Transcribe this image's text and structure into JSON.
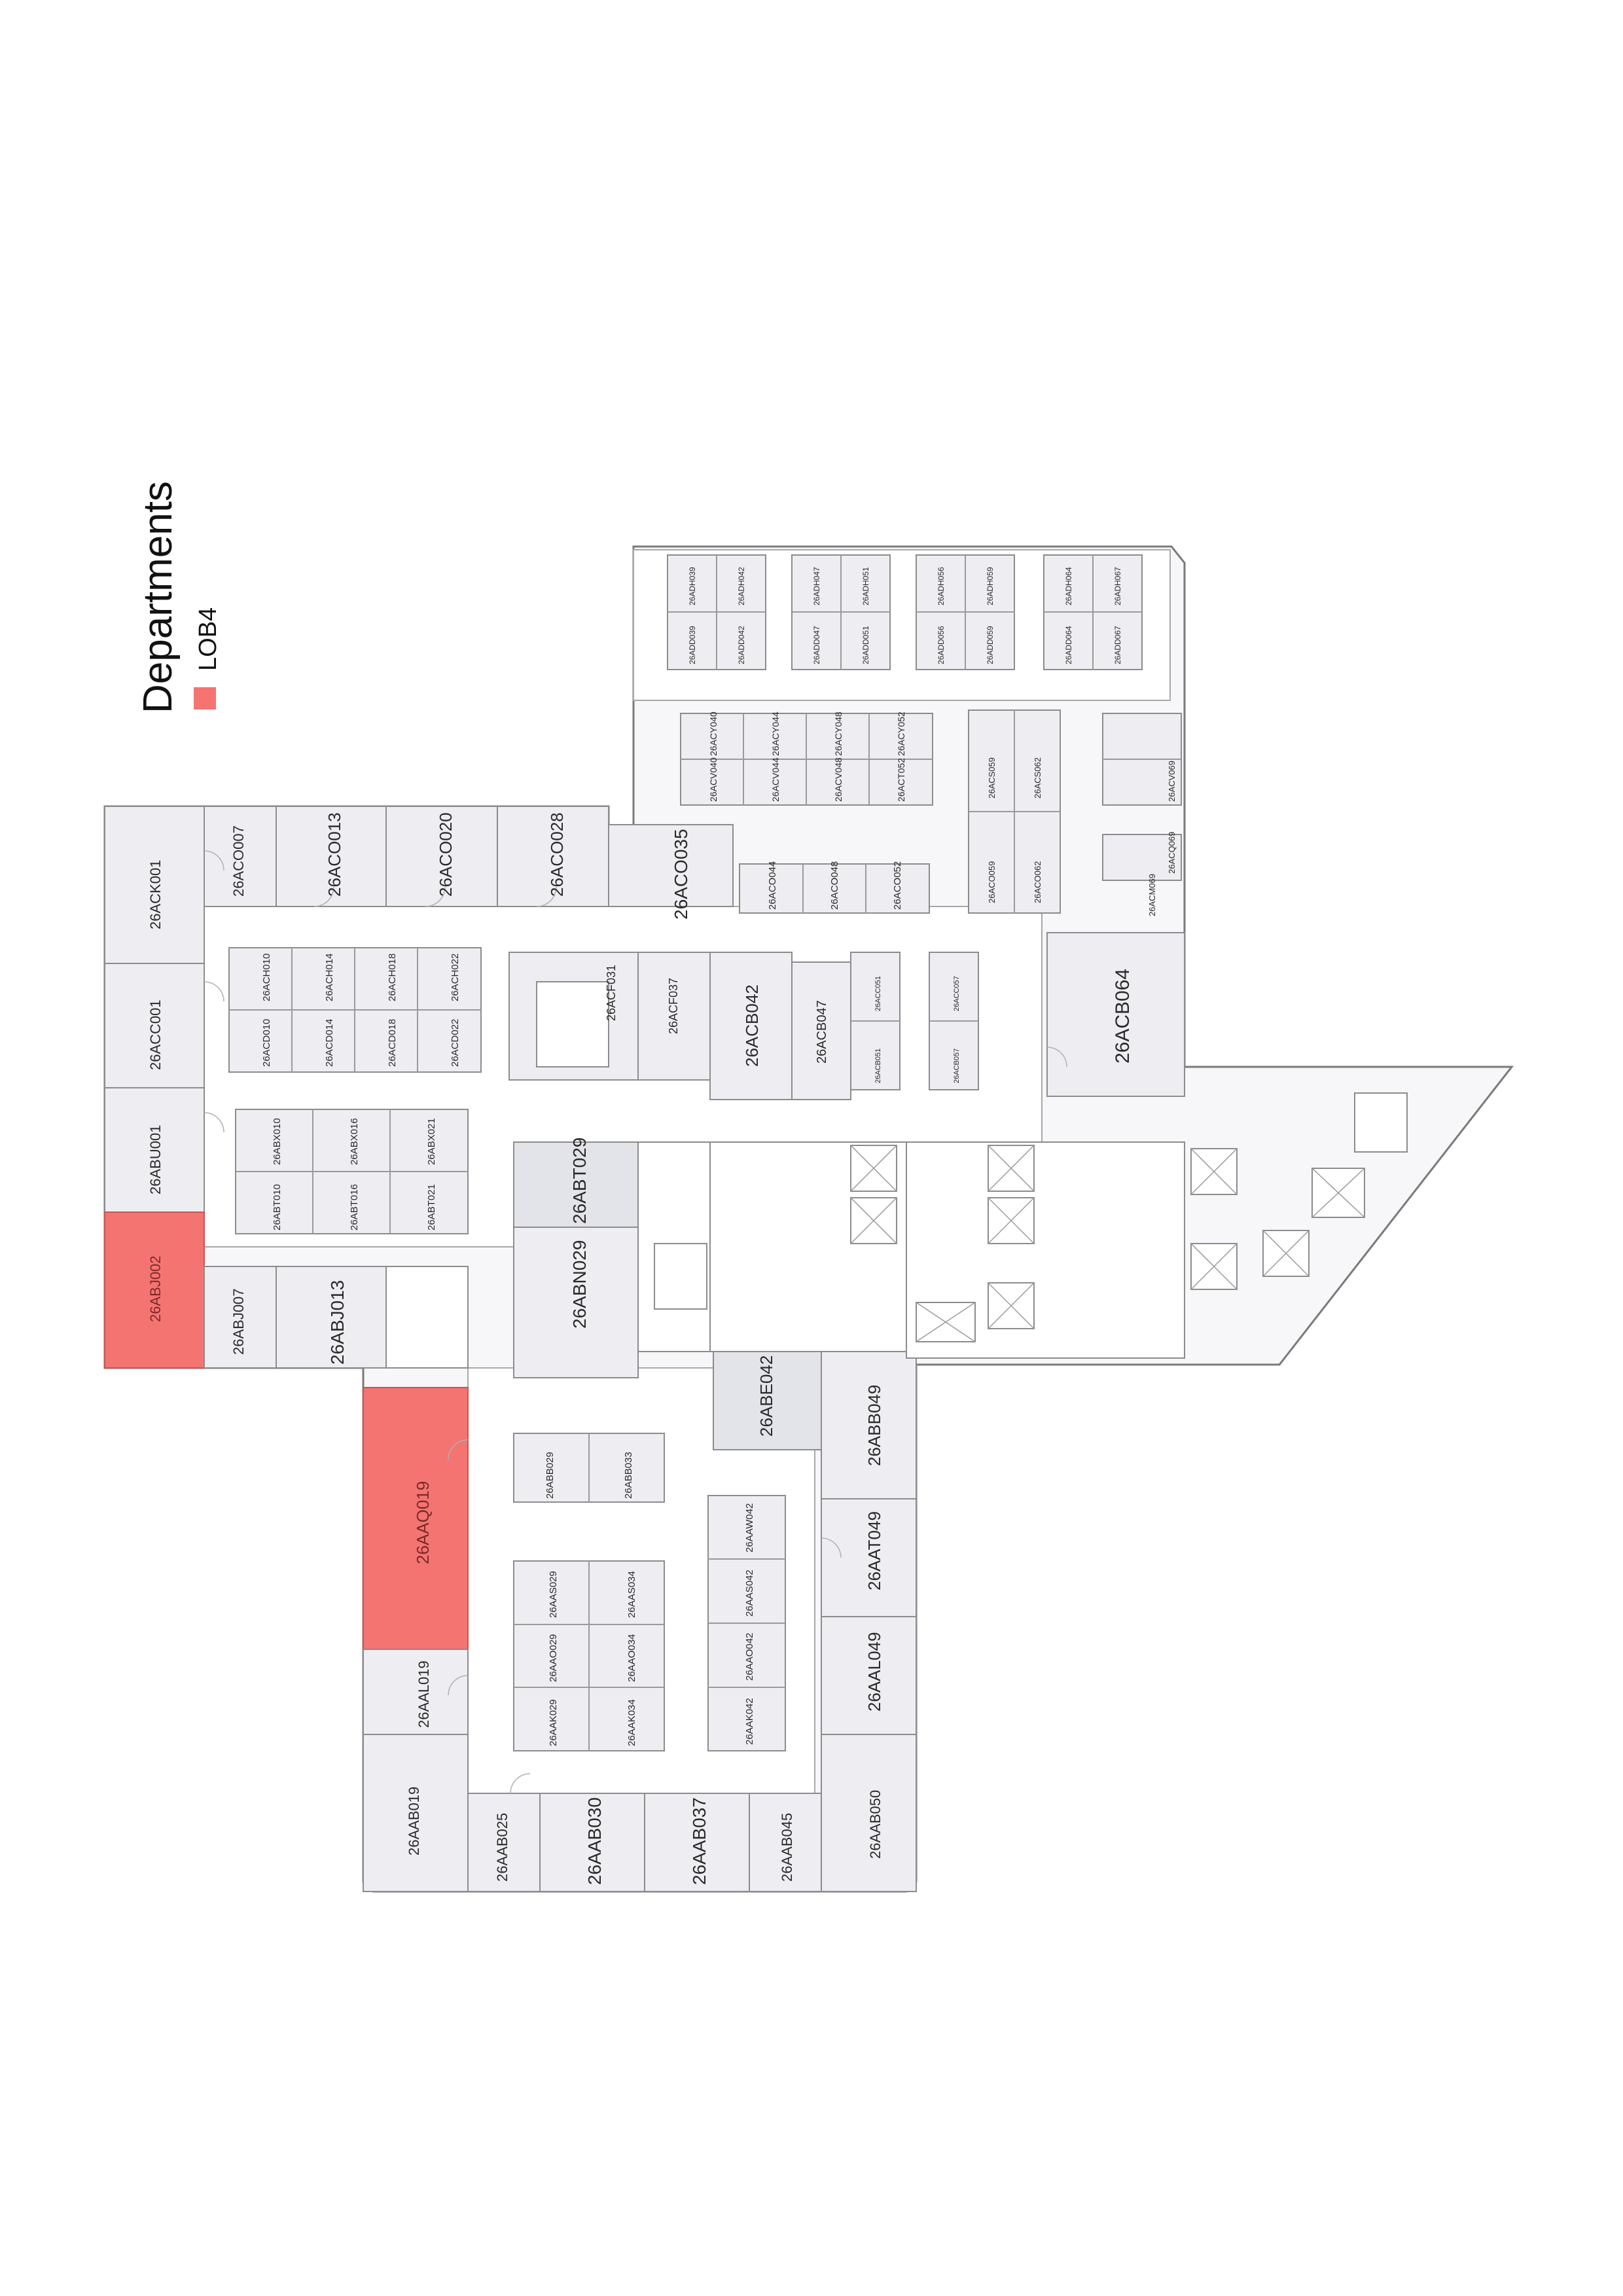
{
  "legend": {
    "title": "Departments",
    "items": [
      {
        "label": "LOB4",
        "color": "#f47472"
      }
    ]
  },
  "colors": {
    "highlight": "#f47472",
    "room": "#eeeef2",
    "line": "#8c8c8c"
  },
  "rooms": {
    "lob4": [
      "26ABJ002",
      "26AAQ019"
    ],
    "major": [
      "26ACK001",
      "26ACO007",
      "26ACO013",
      "26ACO020",
      "26ACO028",
      "26ACO035",
      "26ACC001",
      "26ABU001",
      "26ABJ002",
      "26ABJ007",
      "26ABJ013",
      "26AAQ019",
      "26AAL019",
      "26AAB019",
      "26AAB025",
      "26AAB030",
      "26AAB037",
      "26AAB045",
      "26AAB050",
      "26AAL049",
      "26AAT049",
      "26ABB049",
      "26ABE042",
      "26ABN029",
      "26ABT029",
      "26ACB042",
      "26ACB047",
      "26ACF031",
      "26ACF037",
      "26ACB064"
    ],
    "small": [
      "26ACH010",
      "26ACH014",
      "26ACH018",
      "26ACH022",
      "26ACD010",
      "26ACD014",
      "26ACD018",
      "26ACD022",
      "26ABX010",
      "26ABX016",
      "26ABX021",
      "26ABT010",
      "26ABT016",
      "26ABT021",
      "26ABB029",
      "26ABB033",
      "26AAS029",
      "26AAS034",
      "26AAO029",
      "26AAO034",
      "26AAK029",
      "26AAK034",
      "26AAW042",
      "26AAS042",
      "26AAO042",
      "26AAK042",
      "26ACO044",
      "26ACO048",
      "26ACO052",
      "26ACV040",
      "26ACV044",
      "26ACV048",
      "26ACY040",
      "26ACY044",
      "26ACY048",
      "26ACY052",
      "26ACT052",
      "26ADH039",
      "26ADH042",
      "26ADD039",
      "26ADD042",
      "26ADH047",
      "26ADH051",
      "26ADD047",
      "26ADD051",
      "26ADH056",
      "26ADH059",
      "26ADD056",
      "26ADD059",
      "26ADH064",
      "26ADH067",
      "26ADD064",
      "26ADD067",
      "26ACO059",
      "26ACO062",
      "26ACS059",
      "26ACS062",
      "26ACM069",
      "26ACQ069",
      "26ACV069",
      "26ACC051",
      "26ACB051",
      "26ACC057",
      "26ACB057"
    ]
  }
}
